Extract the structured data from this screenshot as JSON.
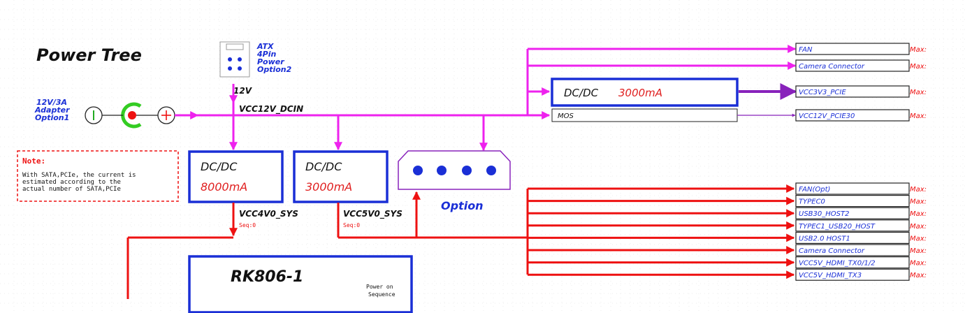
{
  "title": "Power Tree",
  "atx": {
    "lines": [
      "ATX",
      "4Pin",
      "Power",
      "Option2"
    ]
  },
  "adapter": {
    "lines": [
      "12V/3A",
      "Adapter",
      "Option1"
    ]
  },
  "v12_label": "12V",
  "rail_main": "VCC12V_DCIN",
  "note": {
    "heading": "Note:",
    "lines": [
      "With SATA,PCIe, the current is",
      "estimated according to the",
      "actual number of SATA,PCIe"
    ]
  },
  "dcdc_4v": {
    "name": "DC/DC",
    "current": "8000mA"
  },
  "dcdc_5v": {
    "name": "DC/DC",
    "current": "3000mA"
  },
  "dcdc_3v3": {
    "name": "DC/DC",
    "current": "3000mA"
  },
  "option_label": "Option",
  "rail_4v": {
    "name": "VCC4V0_SYS",
    "seq": "Seq:0"
  },
  "rail_5v": {
    "name": "VCC5V0_SYS",
    "seq": "Seq:0"
  },
  "pmic": {
    "name": "RK806-1",
    "note_lines": [
      "Power on",
      "Sequence"
    ]
  },
  "mos_label": "MOS",
  "outputs_12v": [
    "FAN",
    "Camera Connector",
    "VCC3V3_PCIE",
    "VCC12V_PCIE30"
  ],
  "outputs_5v": [
    "FAN(Opt)",
    "TYPEC0",
    "USB30_HOST2",
    "TYPEC1_USB20_HOST",
    "USB2.0 HOST1",
    "Camera Connector",
    "VCC5V_HDMI_TX0/1/2",
    "VCC5V_HDMI_TX3"
  ],
  "max_label": "Max:",
  "colors": {
    "magenta": "#ee22ee",
    "red": "#ee1111",
    "blue": "#1a2fd6",
    "purple": "#8822bb",
    "label_blue": "#1a2fd6",
    "current_red": "#e02020"
  }
}
